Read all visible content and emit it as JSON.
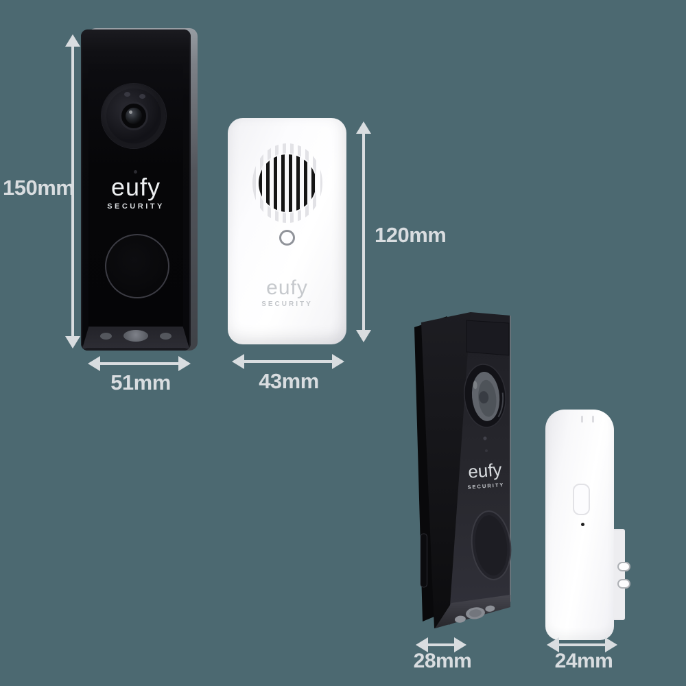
{
  "background": "#4c6971",
  "annotation": {
    "color": "#d9dde0",
    "doorbell_height": "150mm",
    "doorbell_width": "51mm",
    "chime_height": "120mm",
    "chime_width": "43mm",
    "doorbell_depth": "28mm",
    "chime_depth": "24mm"
  },
  "branding": {
    "doorbell_front": {
      "logo": "eufy",
      "sub": "SECURITY"
    },
    "chime_front": {
      "logo": "eufy",
      "sub": "SECURITY"
    },
    "doorbell_side": {
      "logo": "eufy",
      "sub": "SECURITY"
    }
  },
  "products": {
    "doorbell_body_color": "#0a0a0d",
    "chime_body_color": "#ffffff"
  }
}
